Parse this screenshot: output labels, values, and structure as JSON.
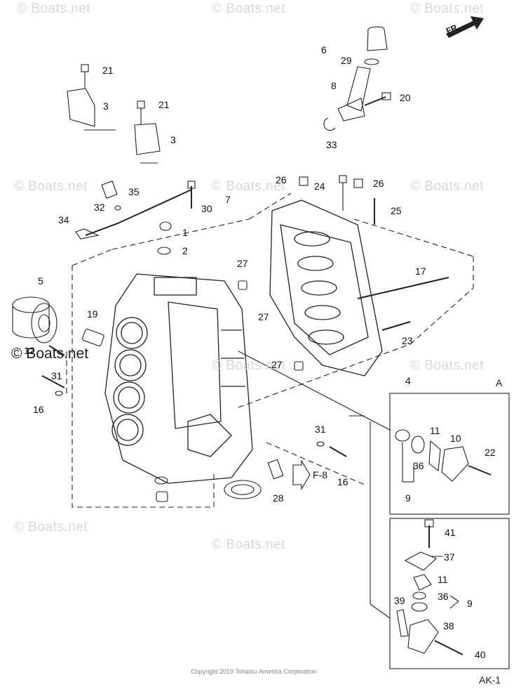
{
  "watermarks": [
    "© Boats.net",
    "© Boats.net",
    "© Boats.net",
    "© Boats.net",
    "© Boats.net",
    "© Boats.net",
    "© Boats.net",
    "© Boats.net",
    "© Boats.net",
    "© Boats.net"
  ],
  "watermark_strong": "© Boats.net",
  "direction": {
    "label": "FR."
  },
  "callouts": [
    {
      "n": "1",
      "pos": "plug-top"
    },
    {
      "n": "2",
      "pos": "washer-top"
    },
    {
      "n": "3",
      "pos": "bracket-a"
    },
    {
      "n": "3",
      "pos": "bracket-b"
    },
    {
      "n": "4",
      "pos": "block-assy"
    },
    {
      "n": "5",
      "pos": "oil-filter"
    },
    {
      "n": "6",
      "pos": "cap"
    },
    {
      "n": "7",
      "pos": "dipstick"
    },
    {
      "n": "8",
      "pos": "tube"
    },
    {
      "n": "9",
      "pos": "set-a"
    },
    {
      "n": "9",
      "pos": "set-b"
    },
    {
      "n": "10",
      "pos": "plate"
    },
    {
      "n": "11",
      "pos": "gasket-a"
    },
    {
      "n": "11",
      "pos": "gasket-b"
    },
    {
      "n": "12",
      "pos": "sender"
    },
    {
      "n": "16",
      "pos": "sensor-left"
    },
    {
      "n": "16",
      "pos": "sensor-right"
    },
    {
      "n": "17",
      "pos": "stud-long"
    },
    {
      "n": "19",
      "pos": "nipple"
    },
    {
      "n": "20",
      "pos": "bolt-tube"
    },
    {
      "n": "21",
      "pos": "bolt-a"
    },
    {
      "n": "21",
      "pos": "bolt-b"
    },
    {
      "n": "22",
      "pos": "bolt-plate"
    },
    {
      "n": "23",
      "pos": "stud-short"
    },
    {
      "n": "24",
      "pos": "bolt-top"
    },
    {
      "n": "25",
      "pos": "bolt-long"
    },
    {
      "n": "26",
      "pos": "nut-a"
    },
    {
      "n": "26",
      "pos": "nut-b"
    },
    {
      "n": "27",
      "pos": "dowel-a"
    },
    {
      "n": "27",
      "pos": "dowel-b"
    },
    {
      "n": "27",
      "pos": "dowel-c"
    },
    {
      "n": "28",
      "pos": "oil-seal"
    },
    {
      "n": "29",
      "pos": "o-ring"
    },
    {
      "n": "30",
      "pos": "guide"
    },
    {
      "n": "31",
      "pos": "washer-left"
    },
    {
      "n": "31",
      "pos": "washer-right"
    },
    {
      "n": "32",
      "pos": "washer-switch"
    },
    {
      "n": "33",
      "pos": "clip"
    },
    {
      "n": "34",
      "pos": "bolt-clamp"
    },
    {
      "n": "35",
      "pos": "switch"
    },
    {
      "n": "36",
      "pos": "seal-a"
    },
    {
      "n": "36",
      "pos": "seal-b"
    },
    {
      "n": "37",
      "pos": "cover"
    },
    {
      "n": "38",
      "pos": "housing"
    },
    {
      "n": "39",
      "pos": "gasket-c"
    },
    {
      "n": "40",
      "pos": "bolt-housing"
    },
    {
      "n": "41",
      "pos": "bolt-cover"
    }
  ],
  "ref_label": "F-8",
  "detail_label": "A",
  "copyright": "Copyright 2019 Tohatsu America Corporation",
  "page_code": "AK-1"
}
